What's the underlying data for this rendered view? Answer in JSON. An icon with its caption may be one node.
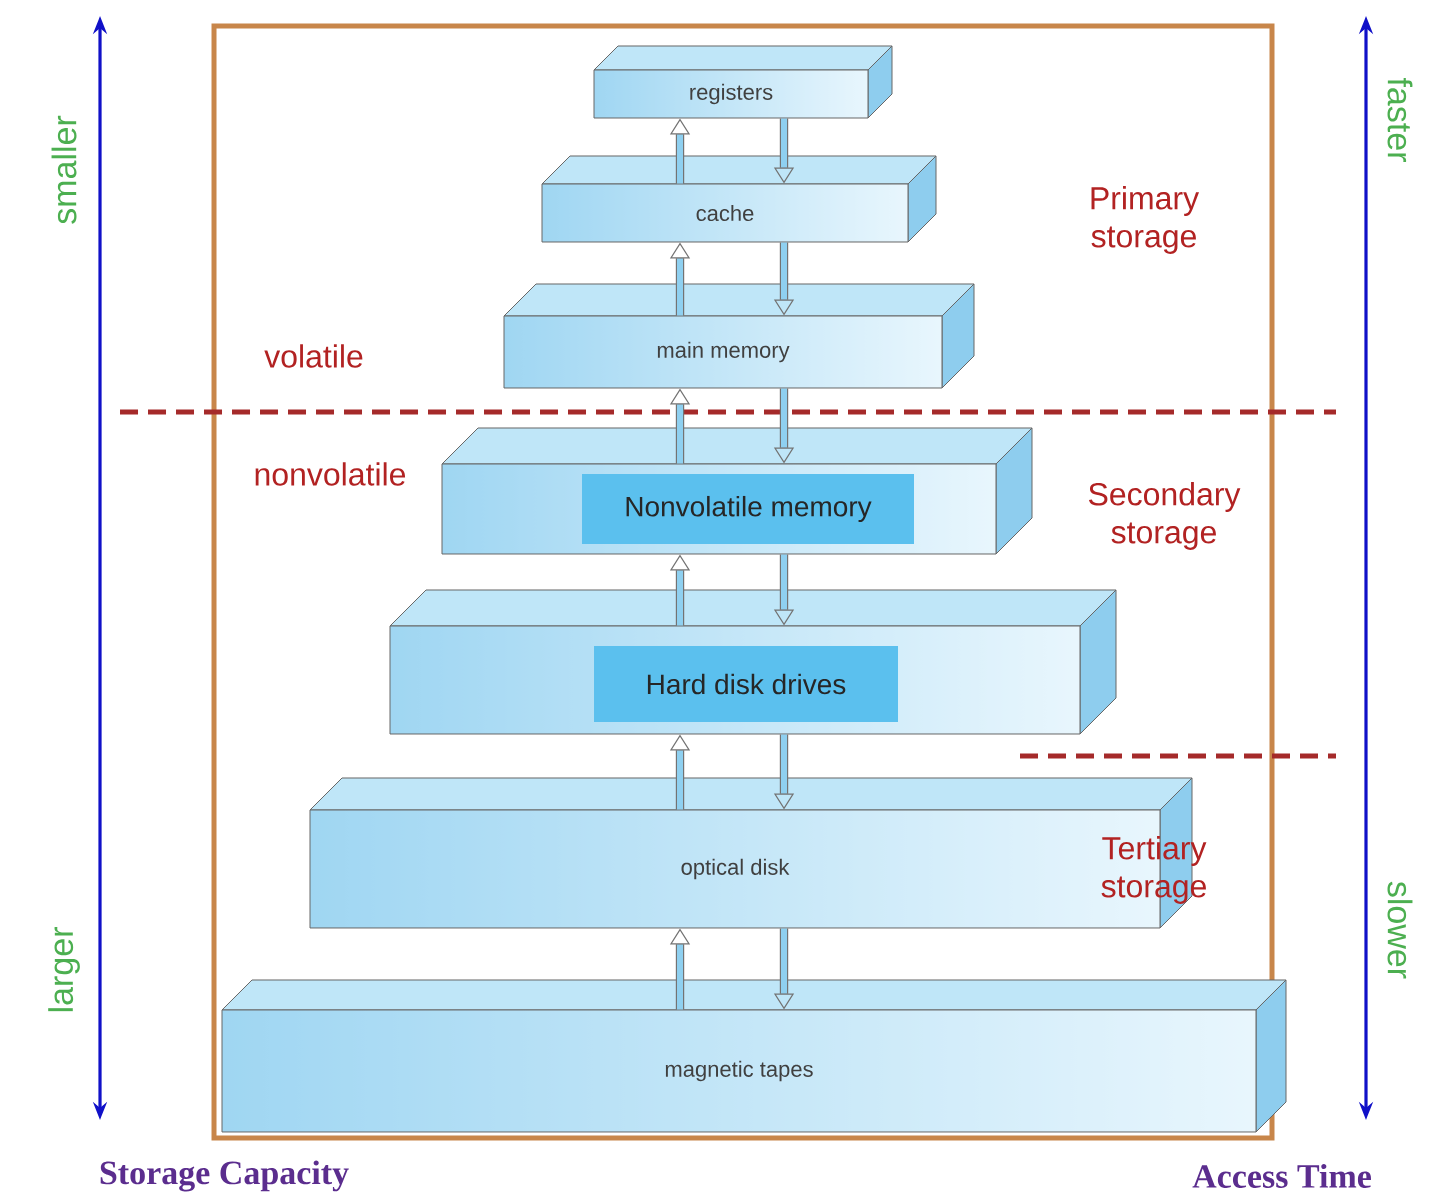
{
  "diagram": {
    "nodes": [
      {
        "text": [
          "registers"
        ]
      },
      {
        "text": [
          "cache"
        ]
      },
      {
        "text": [
          "main memory"
        ]
      },
      {
        "text": [
          "Nonvolatile memory"
        ]
      },
      {
        "text": [
          "Hard disk drives"
        ]
      },
      {
        "text": [
          "optical disk"
        ]
      },
      {
        "text": [
          "magnetic tapes"
        ]
      }
    ],
    "edges": [
      {
        "from": 1,
        "to": 0,
        "arrow": "to"
      },
      {
        "from": 0,
        "to": 1,
        "arrow": "to"
      },
      {
        "from": 2,
        "to": 1,
        "arrow": "to"
      },
      {
        "from": 1,
        "to": 2,
        "arrow": "to"
      },
      {
        "from": 3,
        "to": 2,
        "arrow": "to"
      },
      {
        "from": 2,
        "to": 3,
        "arrow": "to"
      },
      {
        "from": 4,
        "to": 3,
        "arrow": "to"
      },
      {
        "from": 3,
        "to": 4,
        "arrow": "to"
      },
      {
        "from": 5,
        "to": 4,
        "arrow": "to"
      },
      {
        "from": 4,
        "to": 5,
        "arrow": "to"
      },
      {
        "from": 6,
        "to": 5,
        "arrow": "to"
      },
      {
        "from": 5,
        "to": 6,
        "arrow": "to"
      }
    ],
    "labels": [
      "smaller",
      "faster",
      "Primary storage",
      "volatile",
      "nonvolatile",
      "Secondary storage",
      "Tertiary storage",
      "larger",
      "slower",
      "Storage Capacity",
      "Access Time"
    ]
  }
}
